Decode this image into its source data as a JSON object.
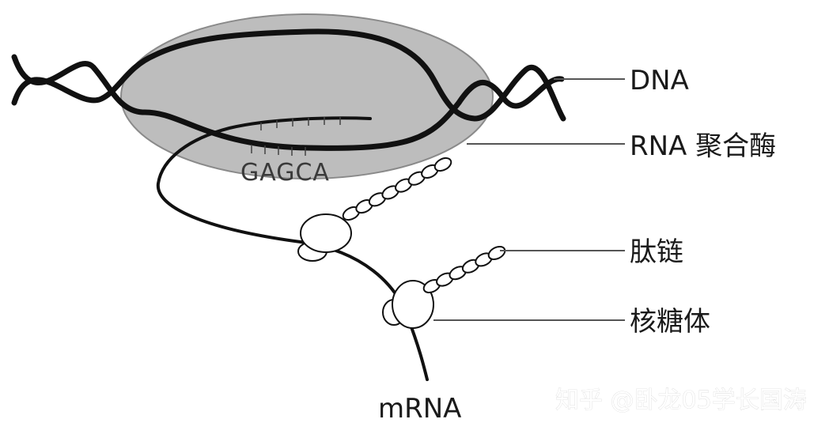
{
  "labels": {
    "dna": "DNA",
    "rna_polymerase": "RNA 聚合酶",
    "peptide": "肽链",
    "ribosome": "核糖体",
    "mrna": "mRNA",
    "sequence": "GAGCA"
  },
  "watermark": "知乎 @卧龙05学长国涛",
  "colors": {
    "ink": "#111111",
    "polymerase_fill": "#bdbdbd",
    "polymerase_stroke": "#8a8a8a",
    "leader_line": "#555555",
    "bead_fill": "#ffffff"
  }
}
